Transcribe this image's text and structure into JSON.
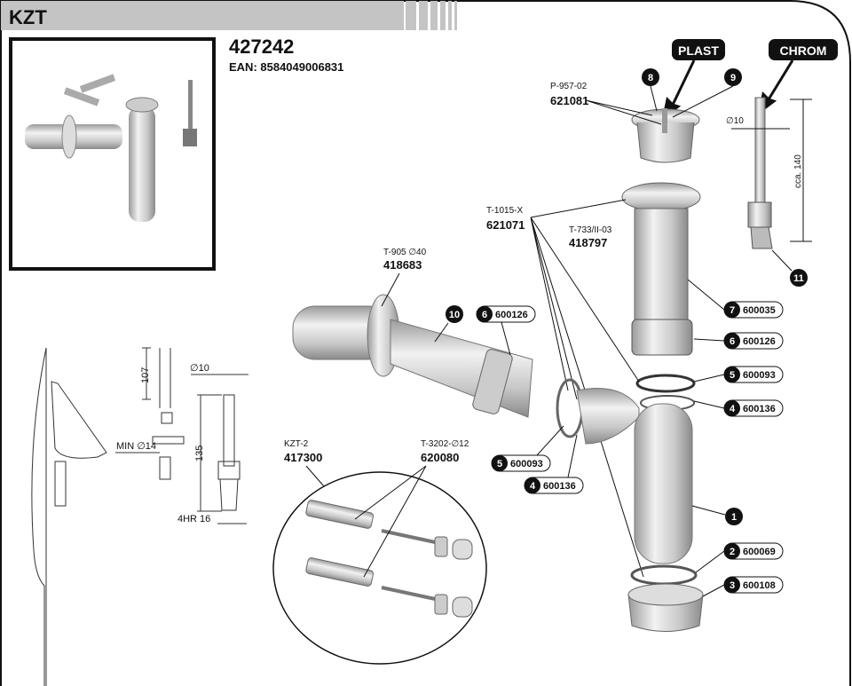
{
  "header": {
    "title": "KZT"
  },
  "product": {
    "code": "427242",
    "ean": "EAN: 8584049006831"
  },
  "material_tags": {
    "plast": "PLAST",
    "chrom": "CHROM"
  },
  "parts": {
    "p8_9": {
      "ref": "P-957-02",
      "code": "621081"
    },
    "p_t1015": {
      "ref": "T-1015-X",
      "code": "621071"
    },
    "p_t733": {
      "ref": "T-733/II-03",
      "code": "418797"
    },
    "p_t905": {
      "ref": "T-905 ∅40",
      "code": "418683"
    },
    "p_kzt2": {
      "ref": "KZT-2",
      "code": "417300"
    },
    "p_t3202": {
      "ref": "T-3202-∅12",
      "code": "620080"
    }
  },
  "callouts": [
    {
      "num": "8"
    },
    {
      "num": "9"
    },
    {
      "num": "11"
    },
    {
      "num": "10"
    },
    {
      "num": "1"
    },
    {
      "num": "6",
      "code": "600126"
    },
    {
      "num": "7",
      "code": "600035"
    },
    {
      "num": "6",
      "code": "600126"
    },
    {
      "num": "5",
      "code": "600093"
    },
    {
      "num": "4",
      "code": "600136"
    },
    {
      "num": "5",
      "code": "600093"
    },
    {
      "num": "4",
      "code": "600136"
    },
    {
      "num": "2",
      "code": "600069"
    },
    {
      "num": "3",
      "code": "600108"
    }
  ],
  "dimensions": {
    "rod_diameter": "∅10",
    "rod_length": "cca. 140",
    "d107": "107",
    "min14": "MIN ∅14",
    "d10": "∅10",
    "d135": "135",
    "thread": "4HR 16"
  },
  "colors": {
    "header": "#c4c4c4",
    "ink": "#111111",
    "part": "#d9d9d9"
  }
}
